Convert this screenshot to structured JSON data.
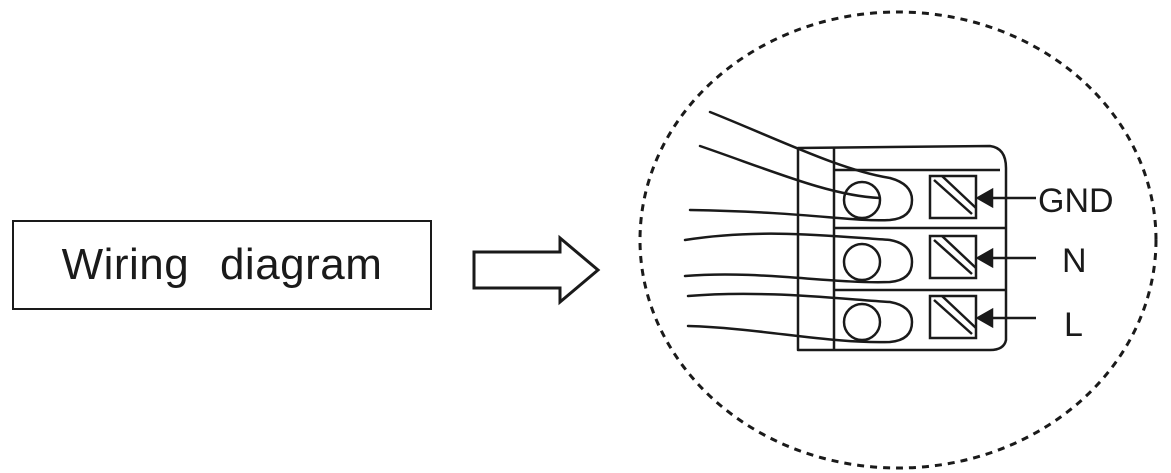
{
  "label_box": {
    "text": "Wiring  diagram"
  },
  "terminals": [
    {
      "label": "GND"
    },
    {
      "label": "N"
    },
    {
      "label": "L"
    }
  ],
  "colors": {
    "stroke": "#1a1a1a",
    "background": "#ffffff"
  }
}
